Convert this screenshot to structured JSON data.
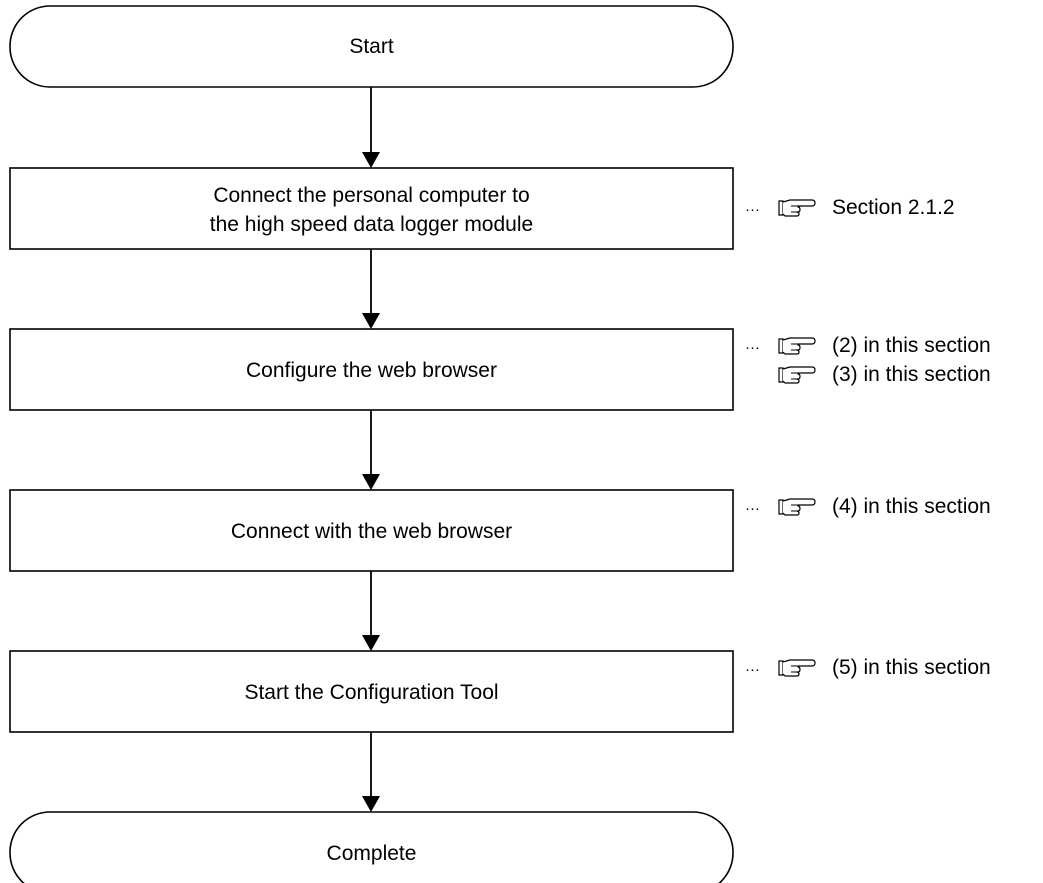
{
  "flowchart": {
    "start": {
      "label": "Start"
    },
    "steps": [
      {
        "lines": [
          "Connect the personal computer to",
          "the high speed data logger module"
        ]
      },
      {
        "lines": [
          "Configure the web browser"
        ]
      },
      {
        "lines": [
          "Connect with the web browser"
        ]
      },
      {
        "lines": [
          "Start the Configuration Tool"
        ]
      }
    ],
    "end": {
      "label": "Complete"
    }
  },
  "references": [
    {
      "step": 1,
      "items": [
        "Section 2.1.2"
      ]
    },
    {
      "step": 2,
      "items": [
        "(2) in this section",
        "(3) in this section"
      ]
    },
    {
      "step": 3,
      "items": [
        "(4) in this section"
      ]
    },
    {
      "step": 4,
      "items": [
        "(5) in this section"
      ]
    }
  ],
  "icons": {
    "reference": "pointing-hand-icon",
    "leader": "ellipsis"
  },
  "leader_text": "···",
  "colors": {
    "stroke": "#000000",
    "fill": "#ffffff",
    "text": "#000000"
  }
}
